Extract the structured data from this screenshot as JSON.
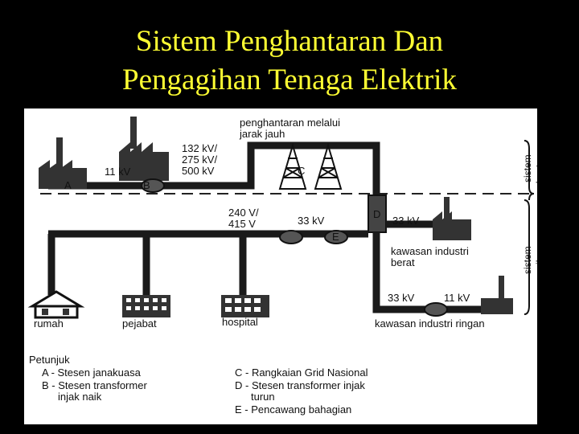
{
  "title": {
    "line1": "Sistem Penghantaran Dan",
    "line2": "Pengagihan Tenaga Elektrik"
  },
  "diagram": {
    "transmission_label_line1": "penghantaran melalui",
    "transmission_label_line2": "jarak jauh",
    "voltage_11kv_a": "11 kV",
    "voltage_step_up_1": "132 kV/",
    "voltage_step_up_2": "275 kV/",
    "voltage_step_up_3": "500 kV",
    "letter_a": "A",
    "letter_b": "B",
    "letter_c": "C",
    "letter_d": "D",
    "letter_e": "E",
    "voltage_240_1": "240 V/",
    "voltage_240_2": "415 V",
    "voltage_33kv_mid": "33 kV",
    "voltage_33kv_right": "33 kV",
    "heavy_industry_1": "kawasan industri",
    "heavy_industry_2": "berat",
    "voltage_33kv_bottom": "33 kV",
    "voltage_11kv_bottom": "11 kV",
    "light_industry": "kawasan industri ringan",
    "house": "rumah",
    "office": "pejabat",
    "hospital": "hospital",
    "side_transmission_1": "sistem",
    "side_transmission_2": "penghantaran",
    "side_distribution_1": "sistem",
    "side_distribution_2": "pengagihan"
  },
  "legend": {
    "heading": "Petunjuk",
    "a": "A - Stesen janakuasa",
    "b_line1": "B - Stesen transformer",
    "b_line2": "injak naik",
    "c": "C - Rangkaian Grid Nasional",
    "d_line1": "D - Stesen transformer injak",
    "d_line2": "turun",
    "e": "E - Pencawang bahagian"
  },
  "colors": {
    "title": "#ffff33",
    "background": "#000000",
    "panel": "#ffffff",
    "line": "#1a1a1a"
  }
}
